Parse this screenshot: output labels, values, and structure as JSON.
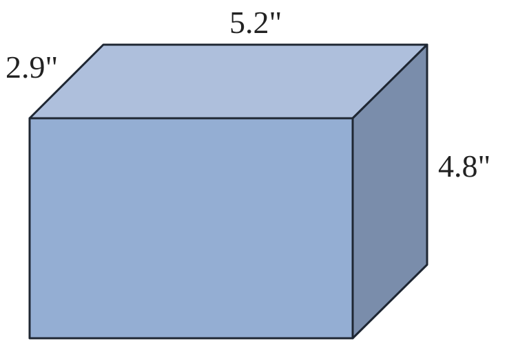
{
  "diagram": {
    "shape": "rectangular prism",
    "dimensions": {
      "length": "5.2\"",
      "width": "2.9\"",
      "height": "4.8\""
    },
    "colors": {
      "front_face": "#94aed3",
      "top_face": "#aebfdc",
      "side_face": "#7a8dab",
      "edge": "#1f2733",
      "label": "#222222"
    }
  }
}
